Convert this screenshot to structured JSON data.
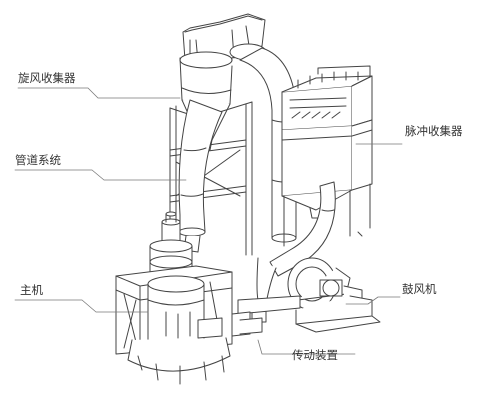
{
  "labels": {
    "cyclone": "旋风收集器",
    "pipes": "管道系统",
    "main_unit": "主机",
    "pulse": "脉冲收集器",
    "blower": "鼓风机",
    "drive": "传动装置"
  },
  "colors": {
    "line": "#444444",
    "leader": "#7a7a7a",
    "fill": "#ffffff",
    "shade": "#e9e9e9"
  }
}
